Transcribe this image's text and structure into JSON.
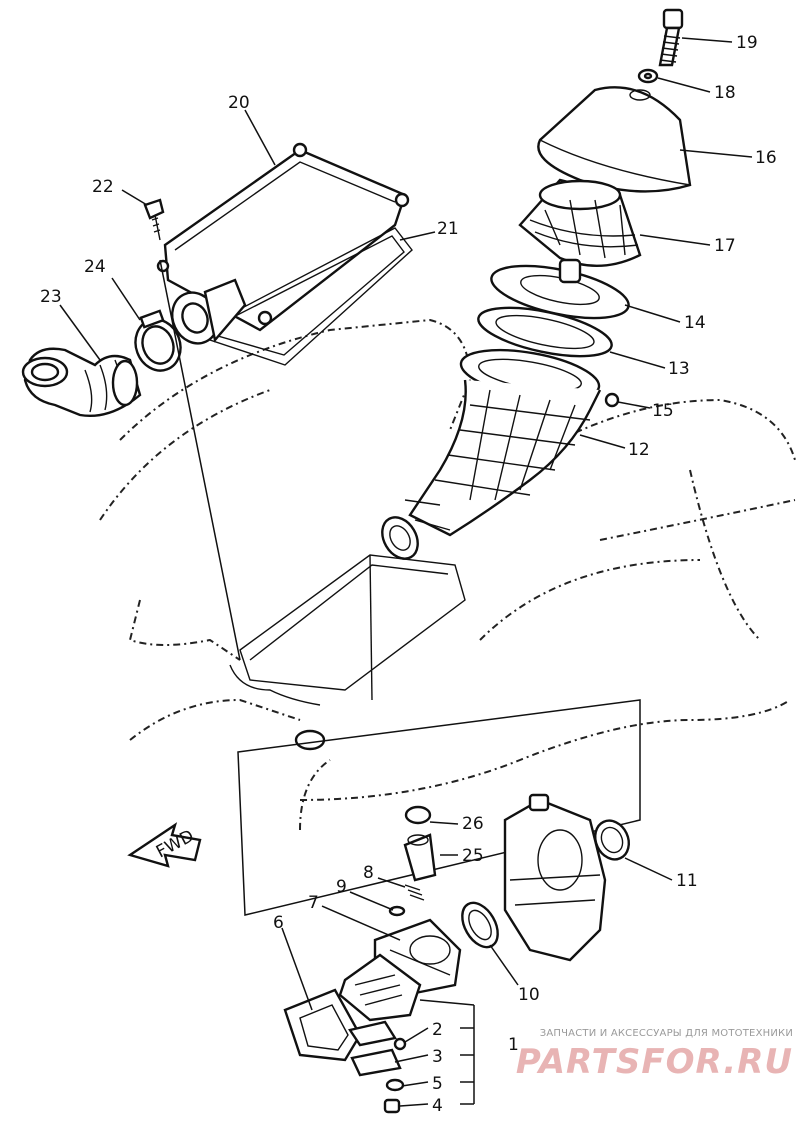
{
  "callouts": {
    "p19": "19",
    "p18": "18",
    "p16": "16",
    "p17": "17",
    "p14": "14",
    "p13": "13",
    "p15": "15",
    "p12": "12",
    "p20": "20",
    "p22": "22",
    "p21": "21",
    "p24": "24",
    "p23": "23",
    "p26": "26",
    "p25": "25",
    "p11": "11",
    "p8": "8",
    "p9": "9",
    "p7": "7",
    "p6": "6",
    "p10": "10",
    "p2": "2",
    "p1": "1",
    "p3": "3",
    "p5": "5",
    "p4": "4"
  },
  "direction_arrow": "FWD",
  "watermark": {
    "tagline": "ЗАПЧАСТИ И АКСЕССУАРЫ ДЛЯ МОТОТЕХНИКИ",
    "brand": "PARTSFOR.RU"
  }
}
